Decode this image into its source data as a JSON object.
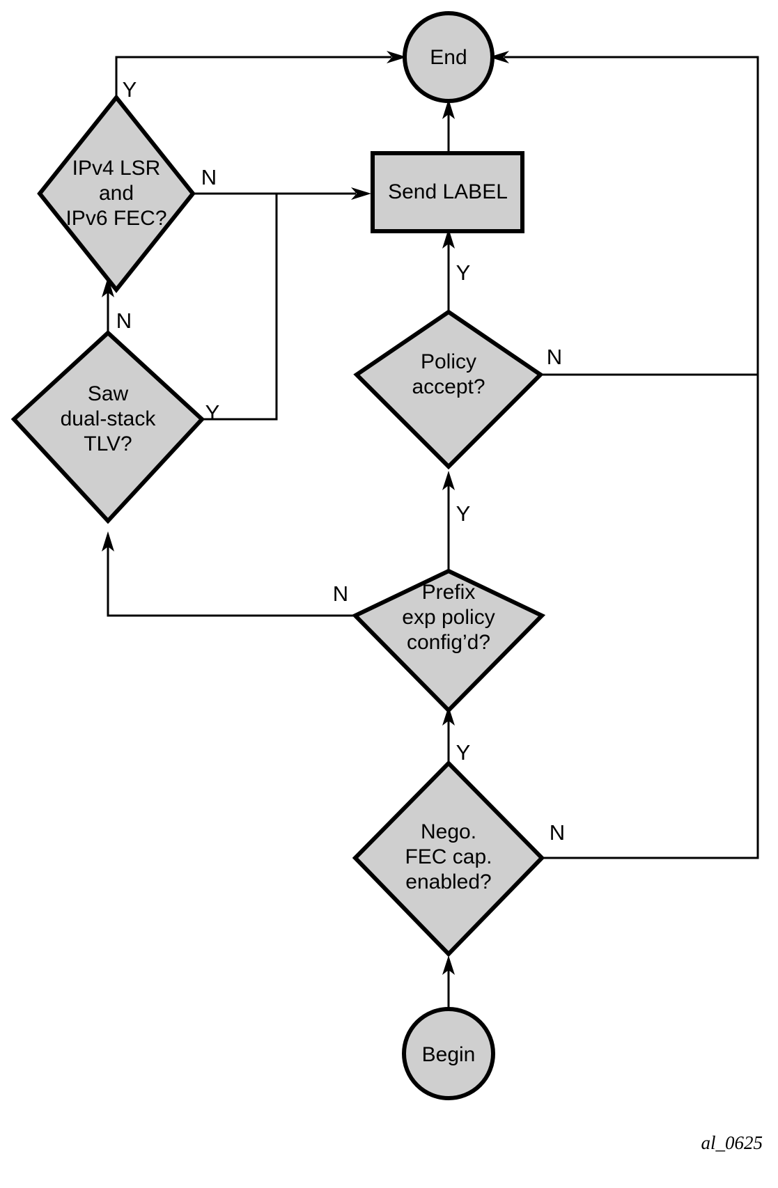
{
  "diagram": {
    "caption": "al_0625",
    "colors": {
      "shape_fill": "#cfcfcf",
      "shape_stroke": "#000000",
      "line": "#000000",
      "background": "#ffffff",
      "text": "#000000"
    },
    "nodes": {
      "begin": {
        "id": "begin",
        "type": "terminator",
        "label": "Begin"
      },
      "end": {
        "id": "end",
        "type": "terminator",
        "label": "End"
      },
      "send_label": {
        "id": "send_label",
        "type": "process",
        "label": "Send LABEL"
      },
      "nego_fec": {
        "id": "nego_fec",
        "type": "decision",
        "line1": "Nego.",
        "line2": "FEC cap.",
        "line3": "enabled?"
      },
      "prefix_policy": {
        "id": "prefix_policy",
        "type": "decision",
        "line1": "Prefix",
        "line2": "exp policy",
        "line3": "config’d?"
      },
      "policy_accept": {
        "id": "policy_accept",
        "type": "decision",
        "line1": "Policy",
        "line2": "accept?",
        "line3": ""
      },
      "dual_stack_tlv": {
        "id": "dual_stack_tlv",
        "type": "decision",
        "line1": "Saw",
        "line2": "dual-stack",
        "line3": "TLV?"
      },
      "ipv4_ipv6": {
        "id": "ipv4_ipv6",
        "type": "decision",
        "line1": "IPv4 LSR",
        "line2": "and",
        "line3": "IPv6 FEC?"
      }
    },
    "edges": [
      {
        "id": "begin-to-nego",
        "from": "begin",
        "to": "nego_fec",
        "label": ""
      },
      {
        "id": "nego-yes",
        "from": "nego_fec",
        "to": "prefix_policy",
        "label": "Y"
      },
      {
        "id": "nego-no",
        "from": "nego_fec",
        "to": "end",
        "label": "N"
      },
      {
        "id": "prefix-yes",
        "from": "prefix_policy",
        "to": "policy_accept",
        "label": "Y"
      },
      {
        "id": "prefix-no",
        "from": "prefix_policy",
        "to": "dual_stack_tlv",
        "label": "N"
      },
      {
        "id": "policy-yes",
        "from": "policy_accept",
        "to": "send_label",
        "label": "Y"
      },
      {
        "id": "policy-no",
        "from": "policy_accept",
        "to": "end",
        "label": "N"
      },
      {
        "id": "dual-stack-no",
        "from": "dual_stack_tlv",
        "to": "ipv4_ipv6",
        "label": "N"
      },
      {
        "id": "dual-stack-yes",
        "from": "dual_stack_tlv",
        "to": "send_label",
        "label": "Y"
      },
      {
        "id": "ipv4-no",
        "from": "ipv4_ipv6",
        "to": "send_label",
        "label": "N"
      },
      {
        "id": "ipv4-yes",
        "from": "ipv4_ipv6",
        "to": "end",
        "label": "Y"
      },
      {
        "id": "sendlabel-to-end",
        "from": "send_label",
        "to": "end",
        "label": ""
      }
    ]
  }
}
